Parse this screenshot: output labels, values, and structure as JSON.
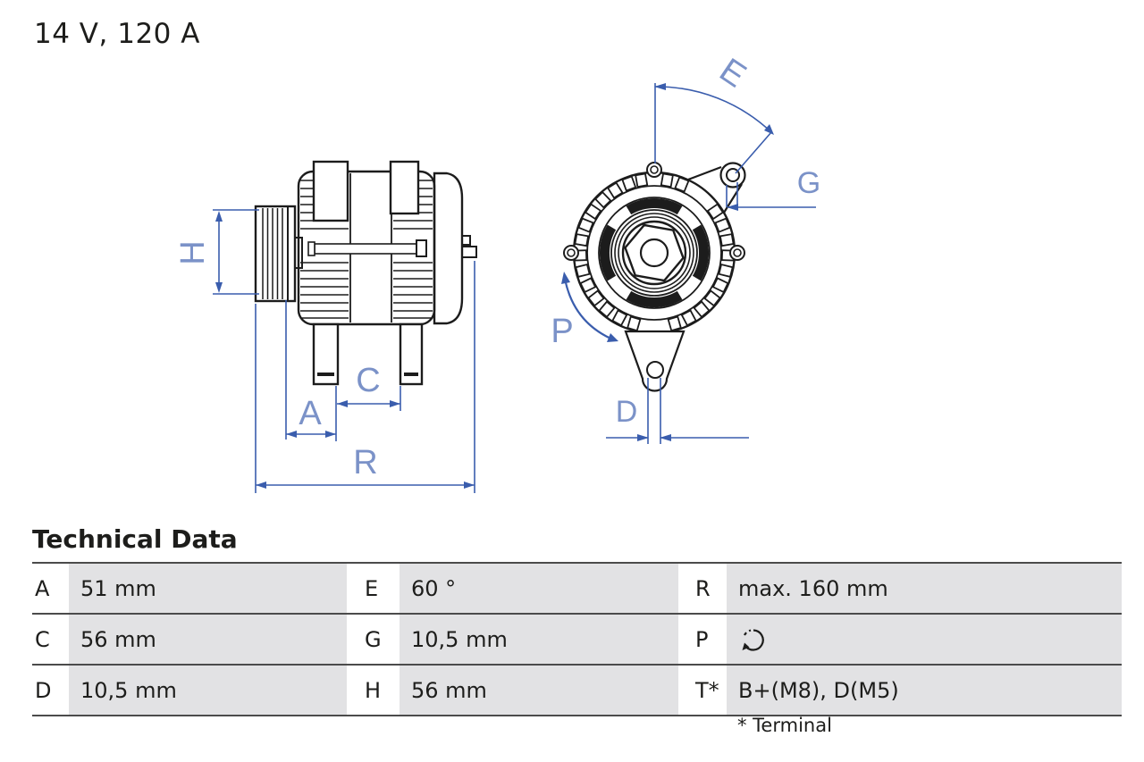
{
  "title": "14 V, 120 A",
  "diagram": {
    "labels": {
      "h": "H",
      "a": "A",
      "c": "C",
      "r": "R",
      "e": "E",
      "g": "G",
      "p": "P",
      "d": "D"
    },
    "dimension_line_color": "#3a5dad",
    "dimension_label_color": "#7b92c8",
    "drawing_line_color": "#1c1c1c",
    "rotation_icon": "rotation-direction-arrow-icon"
  },
  "technical_data": {
    "heading": "Technical Data",
    "rows": [
      [
        {
          "key": "A",
          "value": "51 mm"
        },
        {
          "key": "E",
          "value": "60 °"
        },
        {
          "key": "R",
          "value": "max. 160 mm"
        }
      ],
      [
        {
          "key": "C",
          "value": "56 mm"
        },
        {
          "key": "G",
          "value": "10,5 mm"
        },
        {
          "key": "P",
          "value": ""
        }
      ],
      [
        {
          "key": "D",
          "value": "10,5 mm"
        },
        {
          "key": "H",
          "value": "56 mm"
        },
        {
          "key": "T*",
          "value": "B+(M8), D(M5)"
        }
      ]
    ],
    "footnote": "* Terminal",
    "value_cell_color": "#e2e2e4"
  }
}
